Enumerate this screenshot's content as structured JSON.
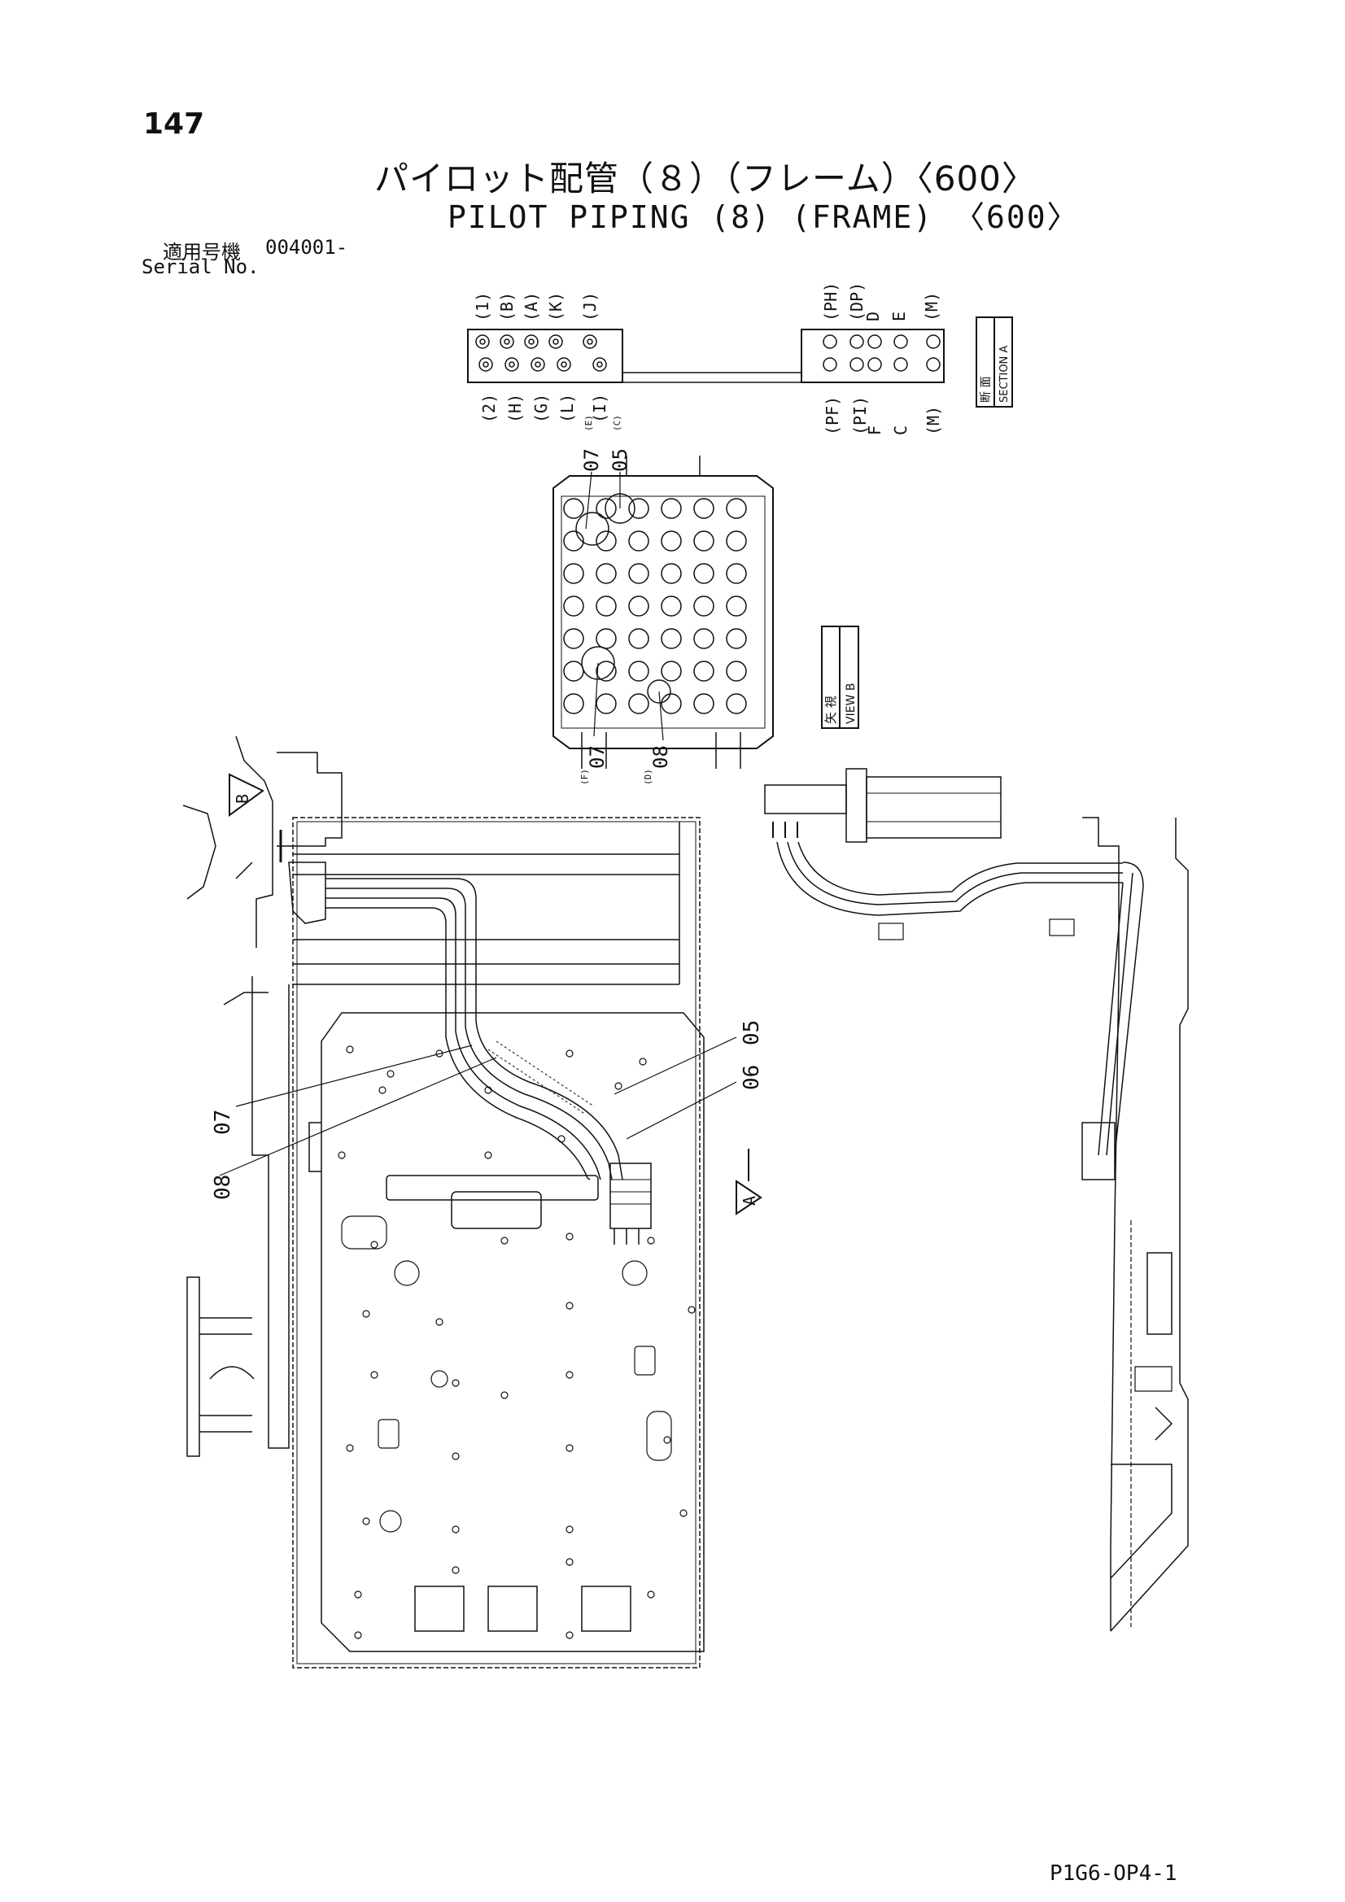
{
  "header": {
    "page_number": "147",
    "title_jp": "パイロット配管（８）（フレーム）〈600〉",
    "title_en": "PILOT PIPING (8) (FRAME) 〈600〉",
    "serial_label_jp": "適用号機",
    "serial_value": "004001-",
    "serial_label_en": "Serial No."
  },
  "section_a": {
    "label_jp": "断 面",
    "label_en": "SECTION A",
    "left_top_ports": [
      "(1)",
      "(B)",
      "(A)",
      "(K)",
      "(J)"
    ],
    "left_bottom_ports": [
      "(2)",
      "(H)",
      "(G)",
      "(L)",
      "(I)"
    ],
    "right_top_ports": [
      "(PH)",
      "(DP)",
      "D",
      "E",
      "(M)"
    ],
    "right_bottom_ports": [
      "(PF)",
      "(PI)",
      "F",
      "C",
      "(M)"
    ]
  },
  "view_b": {
    "label_jp": "矢 視",
    "label_en": "VIEW B",
    "callouts": [
      {
        "num": "07",
        "port": "(E)"
      },
      {
        "num": "05",
        "port": "(C)"
      },
      {
        "num": "07",
        "port": "(F)"
      },
      {
        "num": "08",
        "port": "(D)"
      }
    ]
  },
  "main_view": {
    "callouts": [
      "05",
      "06",
      "07",
      "08"
    ],
    "arrow_a": "A",
    "arrow_b": "B"
  },
  "footer": {
    "drawing_code": "P1G6-OP4-1"
  }
}
